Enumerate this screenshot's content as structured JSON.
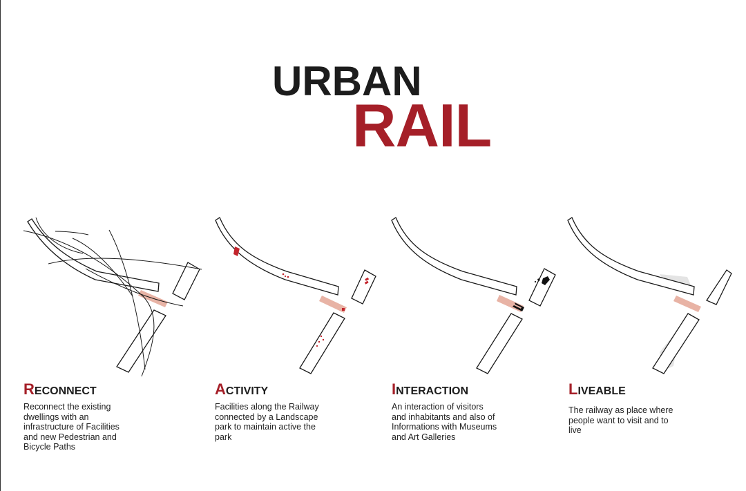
{
  "title": {
    "line1": "URBAN",
    "line2": "RAIL"
  },
  "colors": {
    "accent": "#a51f28",
    "highlight": "#e8b3a5",
    "marker": "#c3242c",
    "shade": "#e4e4e4"
  },
  "panels": [
    {
      "heading_initial": "R",
      "heading_rest": "ECONNECT",
      "description": "Reconnect the existing\ndwellings with an\ninfrastructure of Facilities\nand new Pedestrian and\nBicycle Paths"
    },
    {
      "heading_initial": "A",
      "heading_rest": "CTIVITY",
      "description": "Facilities along the Railway\nconnected by a Landscape\npark to maintain active the\npark"
    },
    {
      "heading_initial": "I",
      "heading_rest": "NTERACTION",
      "description": "An interaction of visitors\nand inhabitants and also of\nInformations with Museums\nand Art Galleries"
    },
    {
      "heading_initial": "L",
      "heading_rest": "IVEABLE",
      "description": "The railway as place where\npeople want to  visit and to\nlive"
    }
  ]
}
